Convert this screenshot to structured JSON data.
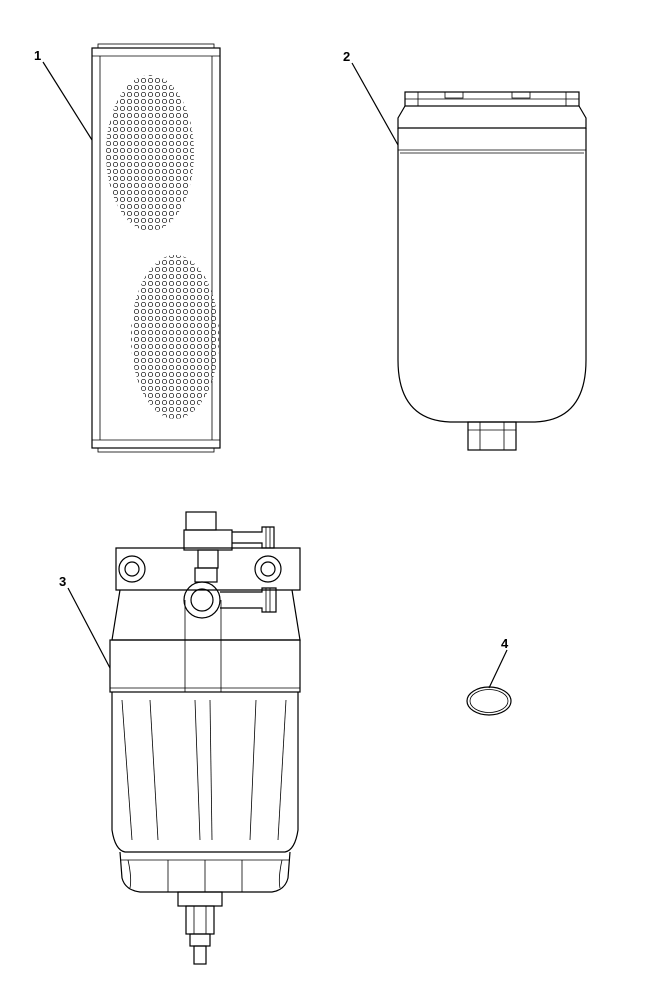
{
  "callouts": [
    {
      "id": "1",
      "label": "1",
      "part": "filter-element"
    },
    {
      "id": "2",
      "label": "2",
      "part": "filter-bowl"
    },
    {
      "id": "3",
      "label": "3",
      "part": "filter-assembly"
    },
    {
      "id": "4",
      "label": "4",
      "part": "o-ring"
    }
  ],
  "colors": {
    "line": "#000000",
    "background": "#ffffff"
  }
}
